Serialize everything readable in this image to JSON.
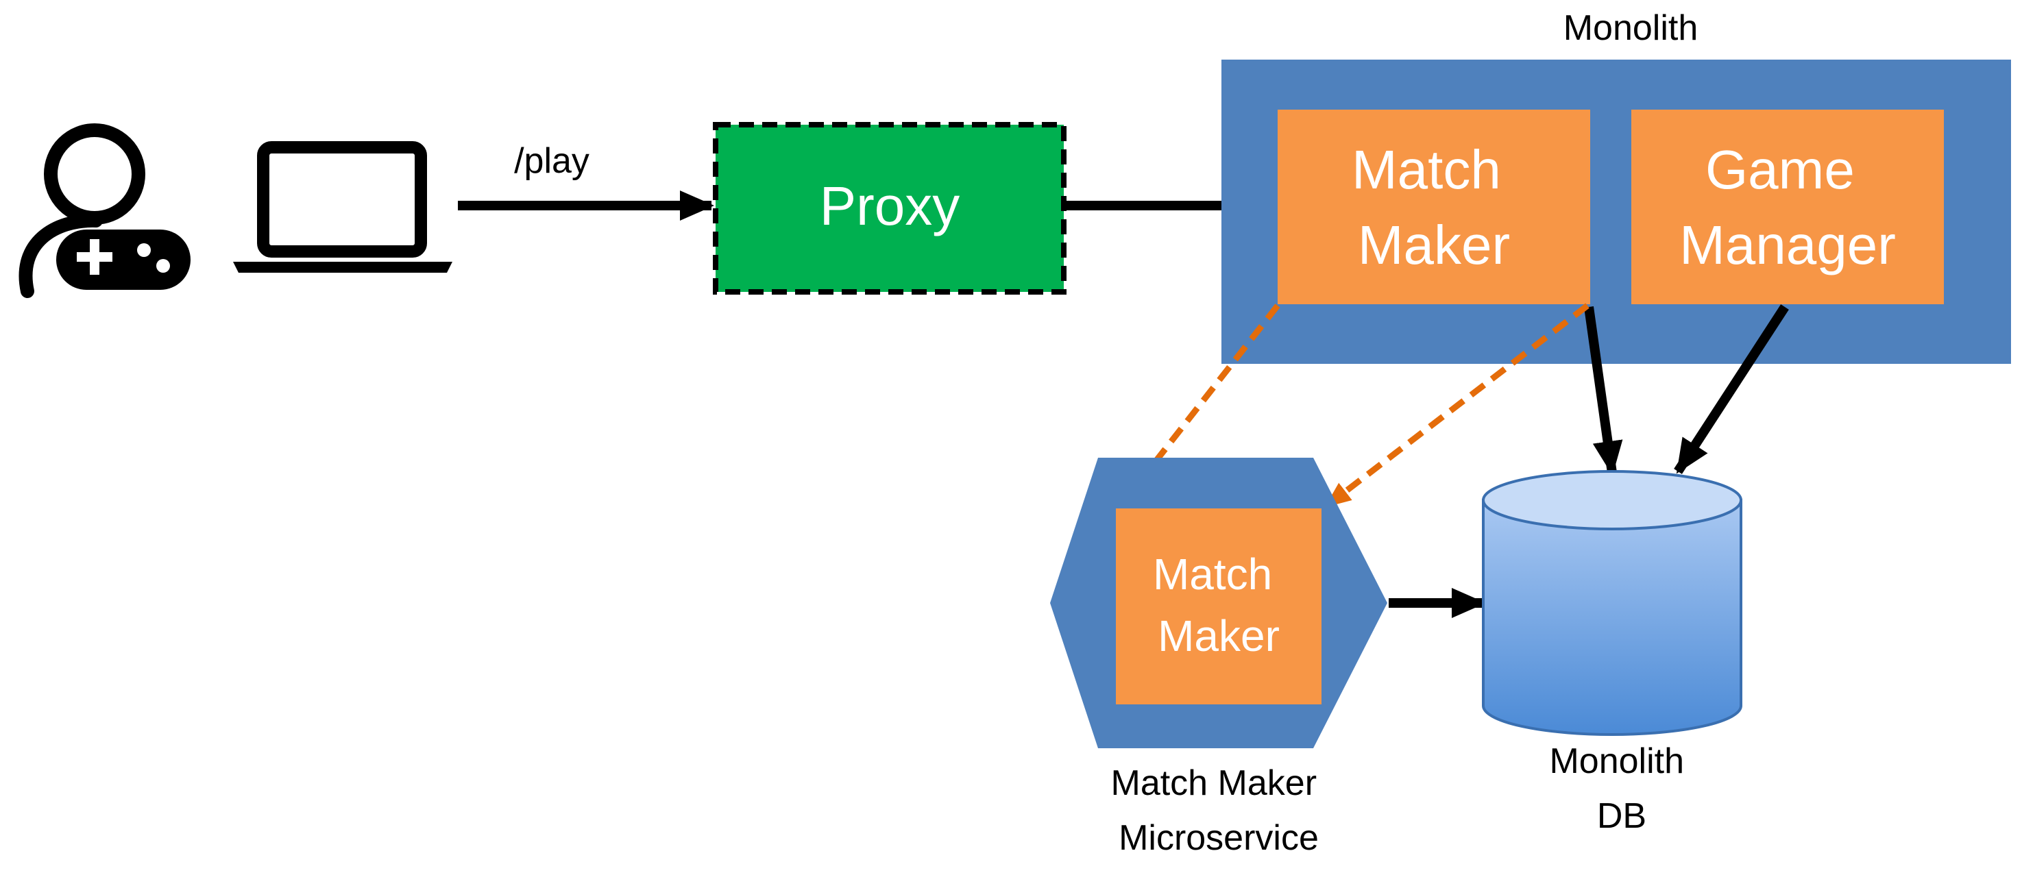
{
  "edge_label_play": "/play",
  "proxy": {
    "label": "Proxy"
  },
  "monolith": {
    "title": "Monolith",
    "match_maker": {
      "line1": "Match",
      "line2": "Maker"
    },
    "game_manager": {
      "line1": "Game",
      "line2": "Manager"
    }
  },
  "microservice": {
    "inner": {
      "line1": "Match",
      "line2": "Maker"
    },
    "caption_line1": "Match Maker",
    "caption_line2": "Microservice"
  },
  "database": {
    "caption_line1": "Monolith",
    "caption_line2": "DB"
  },
  "icons": [
    "gamer-icon",
    "laptop-icon"
  ],
  "colors": {
    "monolith_bg": "#4f81bd",
    "service_orange": "#f79646",
    "proxy_green": "#00b050",
    "migration_arrow": "#e46c0a",
    "db_blue": "#8db3e2",
    "arrow": "#000000"
  }
}
